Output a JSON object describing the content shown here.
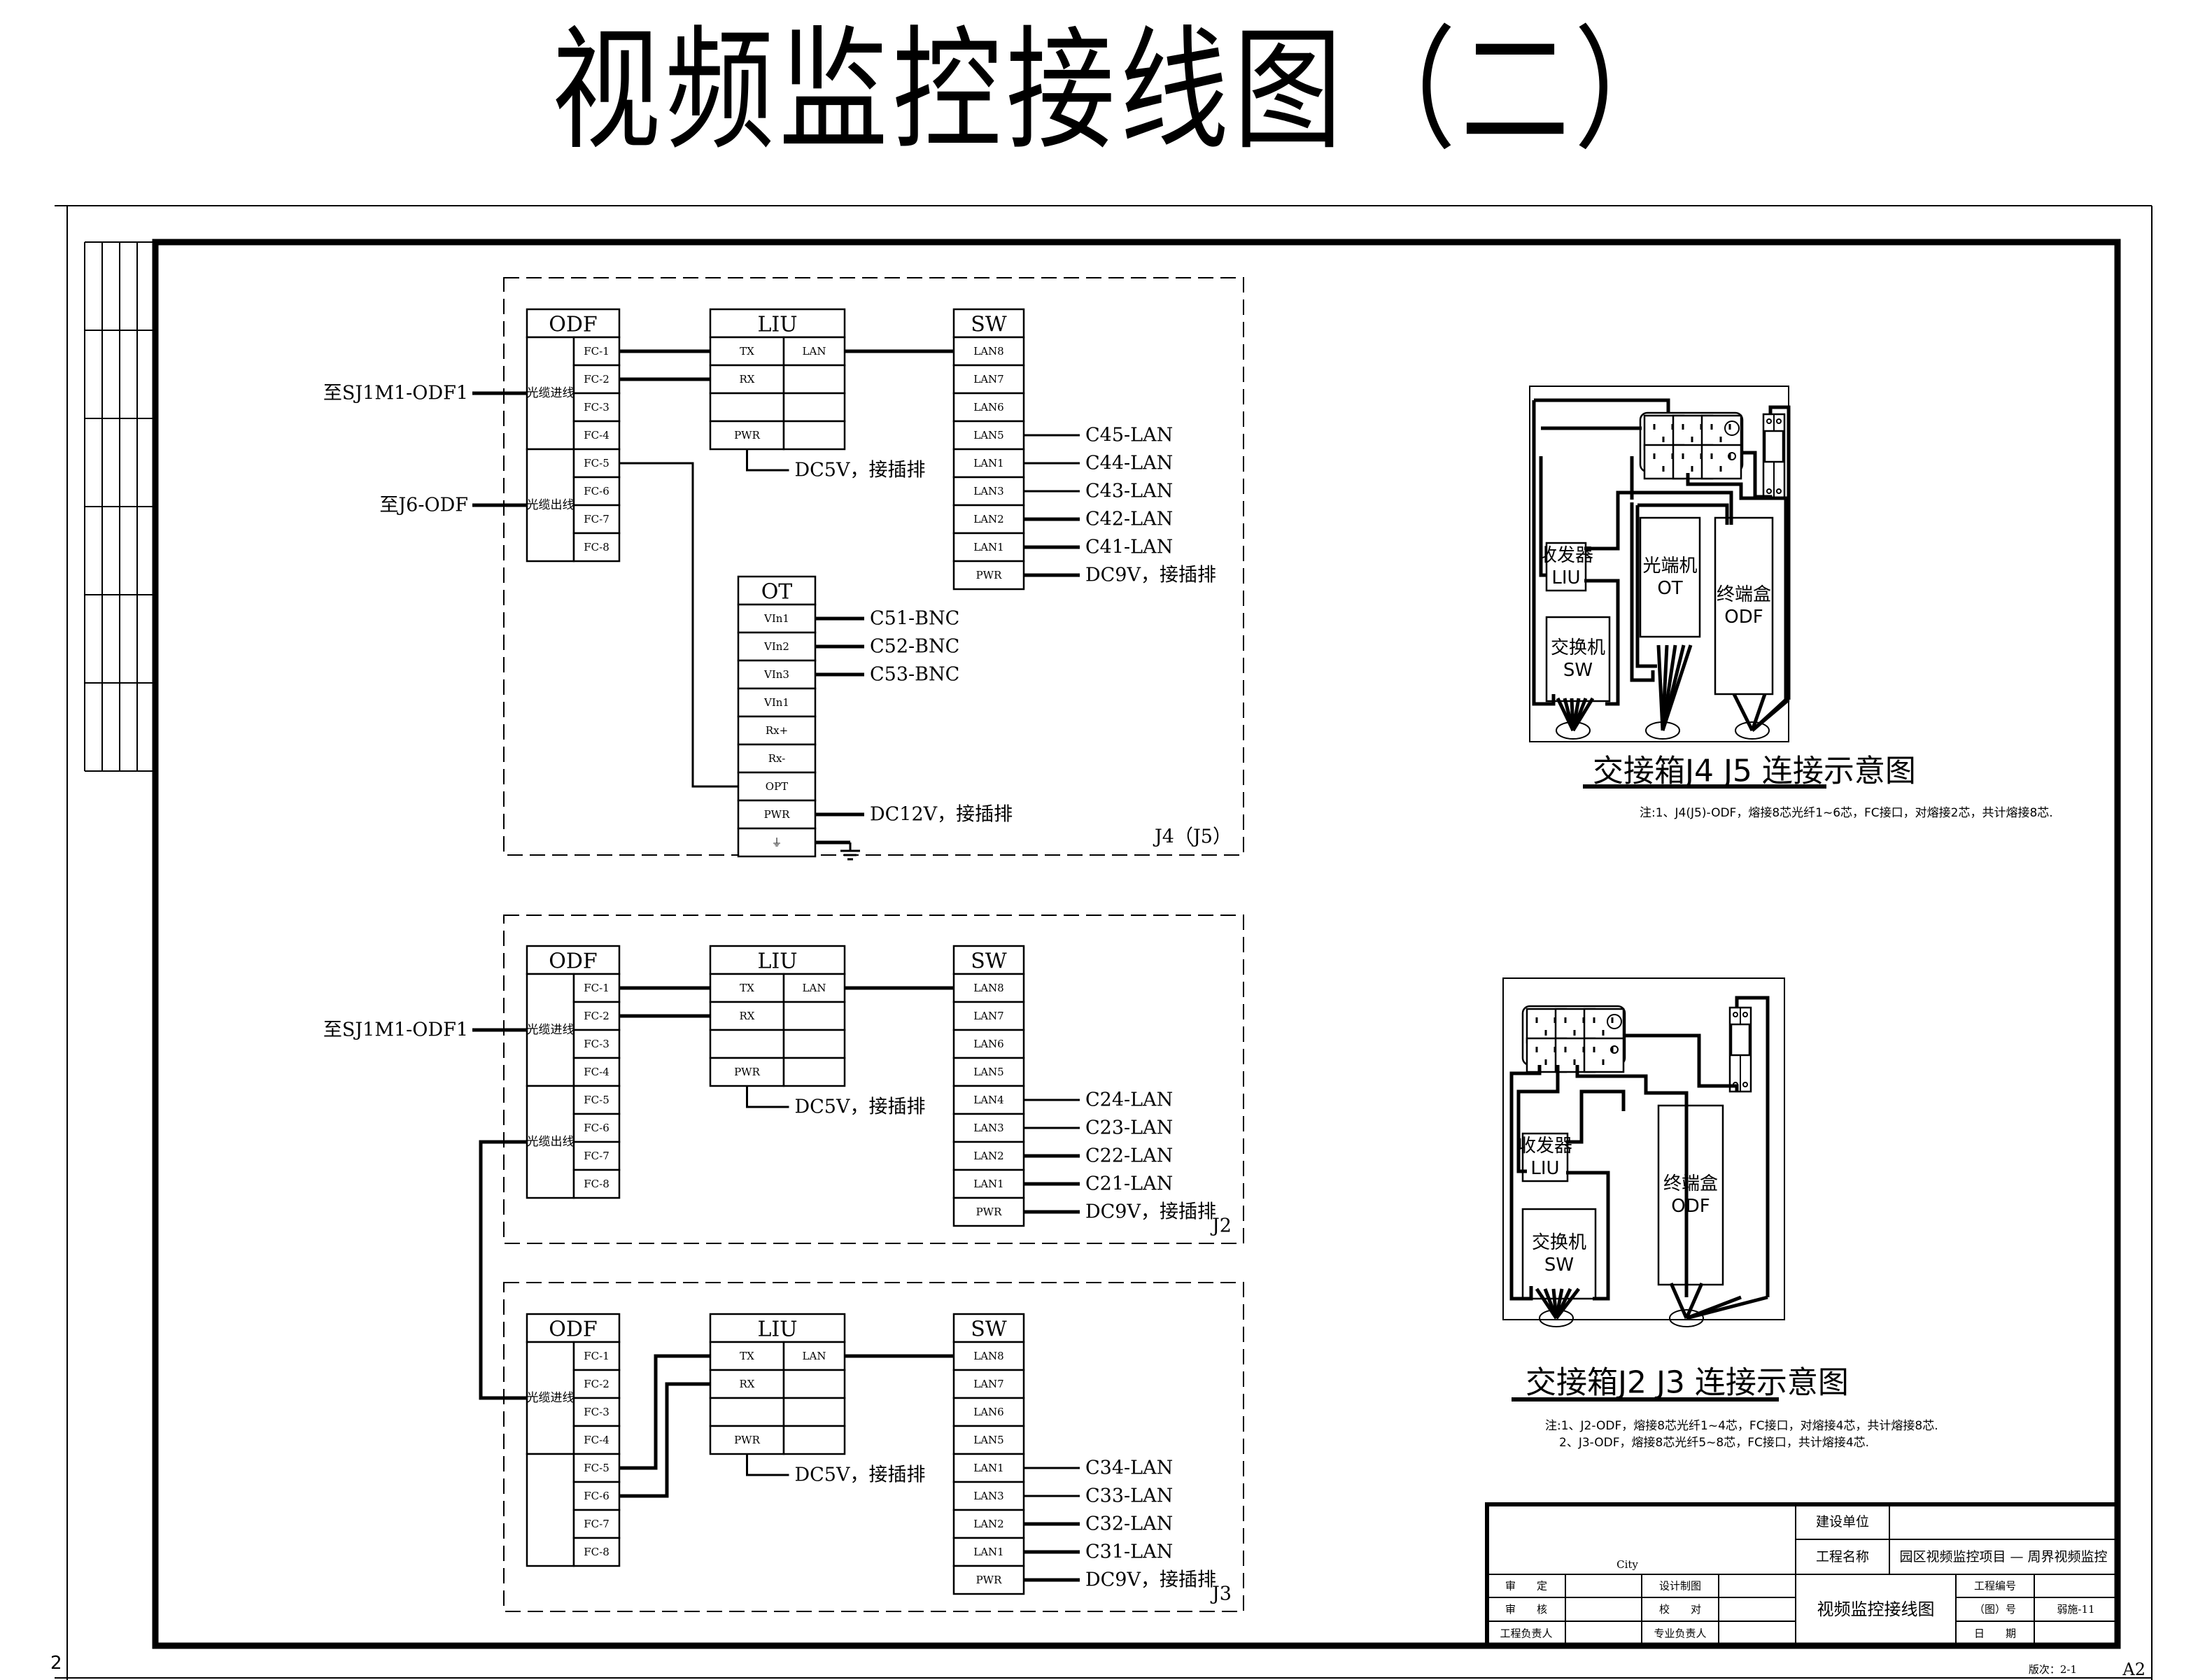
{
  "title": "视频监控接线图（二）",
  "sheet_mark_left": "2",
  "blocks": [
    {
      "id": "j4",
      "label": "J4（J5）",
      "odf": {
        "header": "ODF",
        "group_in": "光缆进线",
        "group_out": "光缆出线",
        "ports": [
          "FC-1",
          "FC-2",
          "FC-3",
          "FC-4",
          "FC-5",
          "FC-6",
          "FC-7",
          "FC-8"
        ]
      },
      "liu": {
        "header": "LIU",
        "rows": [
          [
            "TX",
            "LAN"
          ],
          [
            "RX",
            ""
          ],
          [
            "",
            ""
          ],
          [
            "PWR",
            ""
          ]
        ],
        "pwr_label": "DC5V，接插排"
      },
      "sw": {
        "header": "SW",
        "ports": [
          "LAN8",
          "LAN7",
          "LAN6",
          "LAN5",
          "LAN1",
          "LAN3",
          "LAN2",
          "LAN1",
          "PWR"
        ],
        "targets": [
          "",
          "",
          "",
          "C45-LAN",
          "C44-LAN",
          "C43-LAN",
          "C42-LAN",
          "C41-LAN",
          "DC9V，接插排"
        ]
      },
      "ot": {
        "header": "OT",
        "ports": [
          "VIn1",
          "VIn2",
          "VIn3",
          "VIn1",
          "Rx+",
          "Rx-",
          "OPT",
          "PWR",
          "⏚"
        ],
        "targets": [
          "C51-BNC",
          "C52-BNC",
          "C53-BNC",
          "",
          "",
          "",
          "",
          "DC12V，接插排",
          ""
        ]
      },
      "external": [
        {
          "label": "至SJ1M1-ODF1",
          "group": "in"
        },
        {
          "label": "至J6-ODF",
          "group": "out"
        }
      ]
    },
    {
      "id": "j2",
      "label": "J2",
      "odf": {
        "header": "ODF",
        "group_in": "光缆进线",
        "group_out": "光缆出线",
        "ports": [
          "FC-1",
          "FC-2",
          "FC-3",
          "FC-4",
          "FC-5",
          "FC-6",
          "FC-7",
          "FC-8"
        ]
      },
      "liu": {
        "header": "LIU",
        "rows": [
          [
            "TX",
            "LAN"
          ],
          [
            "RX",
            ""
          ],
          [
            "",
            ""
          ],
          [
            "PWR",
            ""
          ]
        ],
        "pwr_label": "DC5V，接插排"
      },
      "sw": {
        "header": "SW",
        "ports": [
          "LAN8",
          "LAN7",
          "LAN6",
          "LAN5",
          "LAN4",
          "LAN3",
          "LAN2",
          "LAN1",
          "PWR"
        ],
        "targets": [
          "",
          "",
          "",
          "",
          "C24-LAN",
          "C23-LAN",
          "C22-LAN",
          "C21-LAN",
          "DC9V，接插排"
        ]
      },
      "external": [
        {
          "label": "至SJ1M1-ODF1",
          "group": "in"
        }
      ]
    },
    {
      "id": "j3",
      "label": "J3",
      "odf": {
        "header": "ODF",
        "group_in": "光缆进线",
        "group_out": "",
        "ports": [
          "FC-1",
          "FC-2",
          "FC-3",
          "FC-4",
          "FC-5",
          "FC-6",
          "FC-7",
          "FC-8"
        ]
      },
      "liu": {
        "header": "LIU",
        "rows": [
          [
            "TX",
            "LAN"
          ],
          [
            "RX",
            ""
          ],
          [
            "",
            ""
          ],
          [
            "PWR",
            ""
          ]
        ],
        "pwr_label": "DC5V，接插排"
      },
      "sw": {
        "header": "SW",
        "ports": [
          "LAN8",
          "LAN7",
          "LAN6",
          "LAN5",
          "LAN1",
          "LAN3",
          "LAN2",
          "LAN1",
          "PWR"
        ],
        "targets": [
          "",
          "",
          "",
          "",
          "C34-LAN",
          "C33-LAN",
          "C32-LAN",
          "C31-LAN",
          "DC9V，接插排"
        ]
      },
      "external": []
    }
  ],
  "schematics": [
    {
      "id": "sch-j4j5",
      "title": "交接箱J4 J5 连接示意图",
      "notes": [
        "注:1、J4(J5)-ODF，熔接8芯光纤1~6芯，FC接口，对熔接2芯，共计熔接8芯."
      ],
      "units": {
        "liu": [
          "收发器",
          "LIU"
        ],
        "sw": [
          "交换机",
          "SW"
        ],
        "ot": [
          "光端机",
          "OT"
        ],
        "odf": [
          "终端盒",
          "ODF"
        ]
      }
    },
    {
      "id": "sch-j2j3",
      "title": "交接箱J2 J3 连接示意图",
      "notes": [
        "注:1、J2-ODF，熔接8芯光纤1~4芯，FC接口，对熔接4芯，共计熔接8芯.",
        "2、J3-ODF，熔接8芯光纤5~8芯，FC接口，共计熔接4芯."
      ],
      "units": {
        "liu": [
          "收发器",
          "LIU"
        ],
        "sw": [
          "交换机",
          "SW"
        ],
        "odf": [
          "终端盒",
          "ODF"
        ]
      }
    }
  ],
  "title_block": {
    "logo_text": "City",
    "rows_left": [
      {
        "a": "审　　定",
        "b": "",
        "c": "设计制图",
        "d": ""
      },
      {
        "a": "审　　核",
        "b": "",
        "c": "校　　对",
        "d": ""
      },
      {
        "a": "工程负责人",
        "b": "",
        "c": "专业负责人",
        "d": ""
      }
    ],
    "construction_unit_label": "建设单位",
    "construction_unit_value": "",
    "project_name_label": "工程名称",
    "project_name_value": "园区视频监控项目 — 周界视频监控",
    "drawing_name": "视频监控接线图",
    "project_no_label": "工程编号",
    "project_no_value": "",
    "drawing_no_label": "（图）号",
    "drawing_no_value": "弱施-11",
    "date_label": "日　　期",
    "date_value": "",
    "revision": "版次：2-1",
    "paper_size": "A2"
  }
}
